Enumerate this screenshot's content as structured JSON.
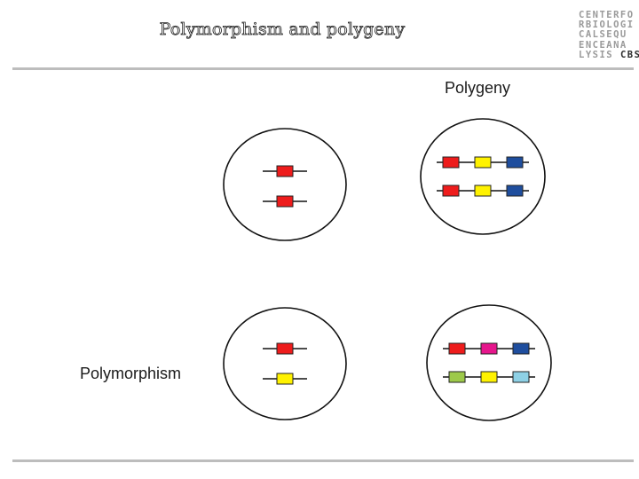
{
  "slide": {
    "title": "Polymorphism and polygeny"
  },
  "logo": {
    "lines": [
      "CENTERFO",
      "RBIOLOGI",
      "CALSEQU",
      "ENCEANA"
    ],
    "last_line_prefix": "LYSIS ",
    "last_line_accent": "CBS"
  },
  "labels": {
    "polygeny": "Polygeny",
    "polymorphism": "Polymorphism"
  },
  "colors": {
    "red": "#ee1c1c",
    "yellow": "#fff200",
    "blue": "#1f4e9e",
    "magenta": "#e6168c",
    "green": "#9dc94a",
    "light_blue": "#8ed1e6"
  },
  "cells": [
    {
      "name": "cell-single-gene-same-alleles",
      "chromosomes": [
        [
          "red"
        ],
        [
          "red"
        ]
      ]
    },
    {
      "name": "cell-polygeny",
      "chromosomes": [
        [
          "red",
          "yellow",
          "blue"
        ],
        [
          "red",
          "yellow",
          "blue"
        ]
      ]
    },
    {
      "name": "cell-polymorphism",
      "chromosomes": [
        [
          "red"
        ],
        [
          "yellow"
        ]
      ]
    },
    {
      "name": "cell-polymorphism-polygeny",
      "chromosomes": [
        [
          "red",
          "magenta",
          "blue"
        ],
        [
          "green",
          "yellow",
          "light_blue"
        ]
      ]
    }
  ]
}
